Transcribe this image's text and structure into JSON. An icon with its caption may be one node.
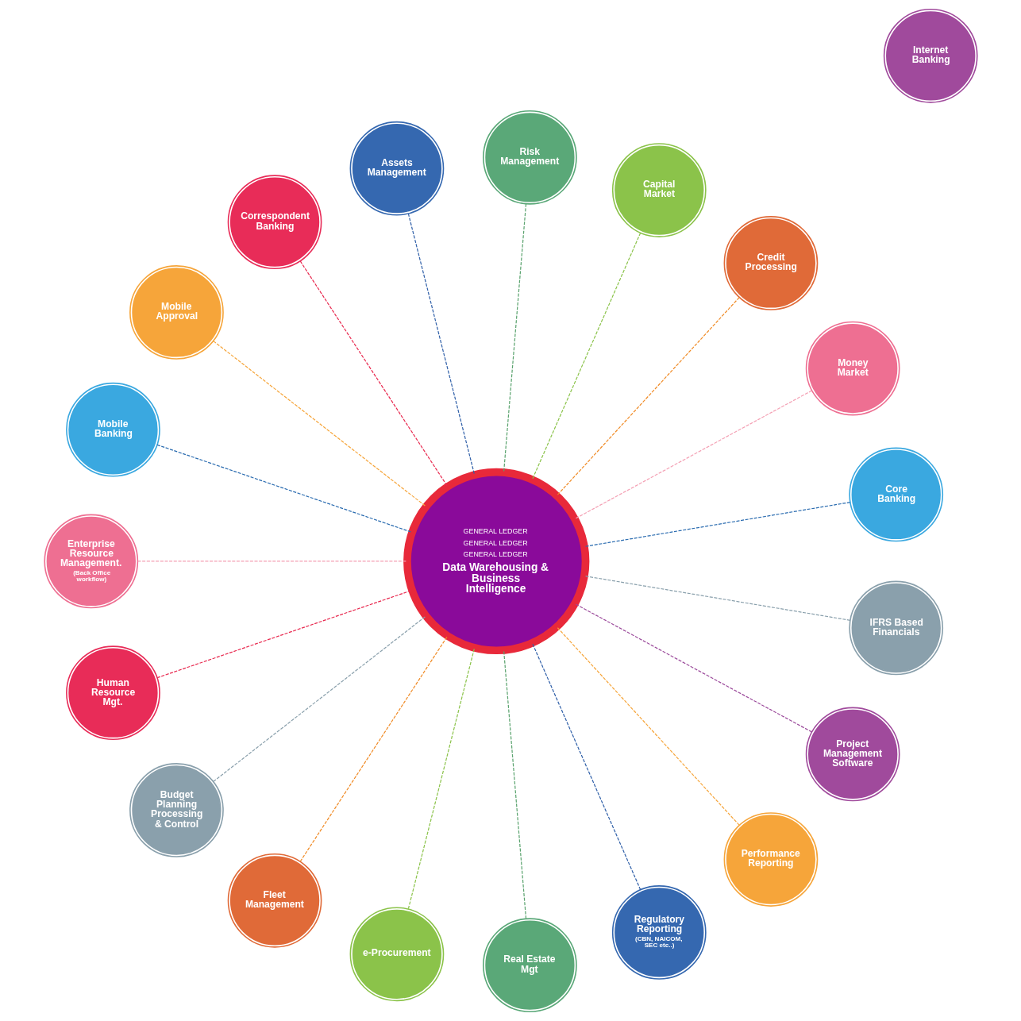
{
  "diagram": {
    "nodes": [
      {
        "text": [
          "GENERAL LEDGER",
          "GENERAL LEDGER",
          "GENERAL LEDGER",
          "Data Warehousing & Business Intelligence"
        ]
      },
      {
        "text": [
          "Core Banking"
        ]
      },
      {
        "text": [
          "Project Management Software"
        ]
      },
      {
        "text": [
          "Credit Processing"
        ]
      },
      {
        "text": [
          "IFRS Based Financials"
        ]
      },
      {
        "text": [
          "Money Market"
        ]
      },
      {
        "text": [
          "Capital Market"
        ]
      },
      {
        "text": [
          "Performance Reporting"
        ]
      },
      {
        "text": [
          "Regulatory Reporting",
          "(CBN, NAICOM, SEC etc..)"
        ]
      },
      {
        "text": [
          "Risk Management"
        ]
      },
      {
        "text": [
          "Real Estate Mgt"
        ]
      },
      {
        "text": [
          "Assets Management"
        ]
      },
      {
        "text": [
          "e-Procurement"
        ]
      },
      {
        "text": [
          "Fleet Management"
        ]
      },
      {
        "text": [
          "Correspondent Banking"
        ]
      },
      {
        "text": [
          "Internet Banking"
        ]
      },
      {
        "text": [
          "Human Resource Mgt."
        ]
      },
      {
        "text": [
          "Mobile Banking"
        ]
      },
      {
        "text": [
          "Budget Planning Processing & Control"
        ]
      },
      {
        "text": [
          "Mobile Approval"
        ]
      },
      {
        "text": [
          "Enterprise Resource Management.",
          "(Back Office workflow)"
        ]
      }
    ],
    "edges": [
      {
        "from": 0,
        "to": 1,
        "arrow": "none",
        "style": "dashed",
        "color": "#2b6cb0"
      },
      {
        "from": 0,
        "to": 2,
        "arrow": "none",
        "style": "dashed",
        "color": "#9b4a9b"
      },
      {
        "from": 0,
        "to": 3,
        "arrow": "none",
        "style": "dashed",
        "color": "#f08a24"
      },
      {
        "from": 0,
        "to": 4,
        "arrow": "none",
        "style": "dashed",
        "color": "#8aa0ac"
      },
      {
        "from": 0,
        "to": 5,
        "arrow": "none",
        "style": "dashed",
        "color": "#f4a0b4"
      },
      {
        "from": 0,
        "to": 6,
        "arrow": "none",
        "style": "dashed",
        "color": "#8bc34a"
      },
      {
        "from": 0,
        "to": 7,
        "arrow": "none",
        "style": "dashed",
        "color": "#f6a53a"
      },
      {
        "from": 0,
        "to": 8,
        "arrow": "none",
        "style": "dashed",
        "color": "#2f5fa8"
      },
      {
        "from": 0,
        "to": 9,
        "arrow": "none",
        "style": "dashed",
        "color": "#5aa36e"
      },
      {
        "from": 0,
        "to": 10,
        "arrow": "none",
        "style": "dashed",
        "color": "#5aa36e"
      },
      {
        "from": 0,
        "to": 11,
        "arrow": "none",
        "style": "dashed",
        "color": "#2f5fa8"
      },
      {
        "from": 0,
        "to": 12,
        "arrow": "none",
        "style": "dashed",
        "color": "#8bc34a"
      },
      {
        "from": 0,
        "to": 13,
        "arrow": "none",
        "style": "dashed",
        "color": "#f08a24"
      },
      {
        "from": 0,
        "to": 14,
        "arrow": "none",
        "style": "dashed",
        "color": "#e8294f"
      },
      {
        "from": 0,
        "to": 16,
        "arrow": "none",
        "style": "dashed",
        "color": "#e8294f"
      },
      {
        "from": 0,
        "to": 17,
        "arrow": "none",
        "style": "dashed",
        "color": "#2b6cb0"
      },
      {
        "from": 0,
        "to": 18,
        "arrow": "none",
        "style": "dashed",
        "color": "#8aa0ac"
      },
      {
        "from": 0,
        "to": 19,
        "arrow": "none",
        "style": "dashed",
        "color": "#f6a53a"
      },
      {
        "from": 0,
        "to": 20,
        "arrow": "none",
        "style": "dashed",
        "color": "#f4a0b4"
      }
    ]
  }
}
